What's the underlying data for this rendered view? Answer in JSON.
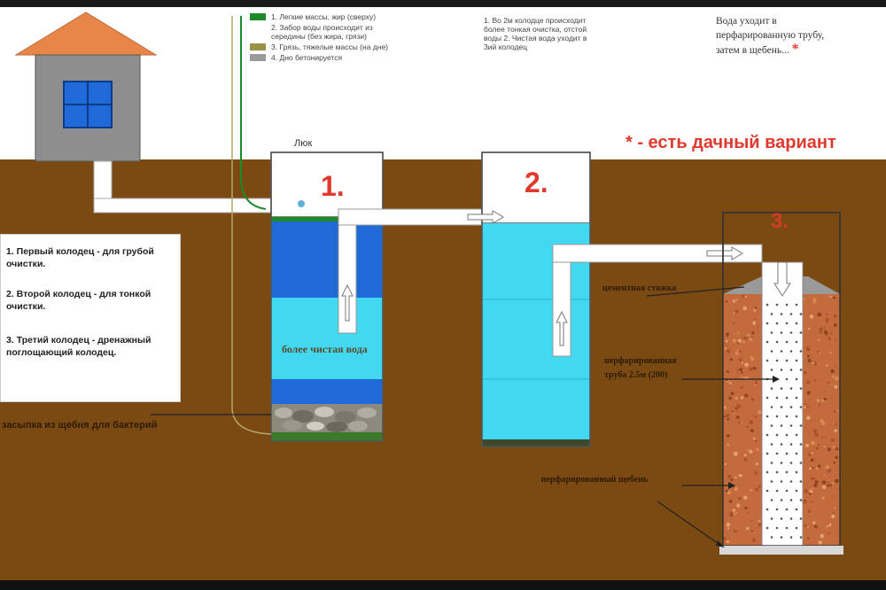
{
  "colors": {
    "ground": "#7b4a12",
    "roof": "#e8864a",
    "house": "#8e8e8e",
    "water_dark": "#1f6ad6",
    "water_light": "#42d8ef",
    "pipe": "#ffffff",
    "gravel": "#c46b3d",
    "accent_red": "#e03a2e"
  },
  "legend_items": [
    {
      "color": "#1d8a2a",
      "text": "1. Легкие массы, жир (сверху)"
    },
    {
      "color": null,
      "text": "2. Забор воды происходит из середины (без жира, грязи)"
    },
    {
      "color": "#9a9247",
      "text": "3. Грязь, тяжелые массы (на дне)"
    },
    {
      "color": "#9a9a9a",
      "text": "4. Дно бетонируется"
    }
  ],
  "note_well2": "1. Во 2м колодце происходит более тонкая очистка, отстой воды 2. Чистая вода уходит в 3ий колодец",
  "note_top_right": "Вода уходит в перфарированную трубу, затем в щебень...",
  "note_asterisk": "*",
  "dacha_note": "* - есть дачный вариант",
  "hatch_label": "Люк",
  "well1_number": "1.",
  "well2_number": "2.",
  "well3_number": "3.",
  "cleaner_water_label": "более чистая вода",
  "screed_label": "цементная стяжка",
  "perf_pipe_label": "перфарированная труба 2.5м (200)",
  "perf_gravel_label": "перфарированный щебень",
  "gravel_fill_label": "засыпка из щебня для бактерий",
  "wells_list": [
    "1. Первый колодец - для грубой очистки.",
    "2. Второй колодец - для тонкой очистки.",
    "3. Третий колодец - дренажный поглощающий колодец."
  ]
}
